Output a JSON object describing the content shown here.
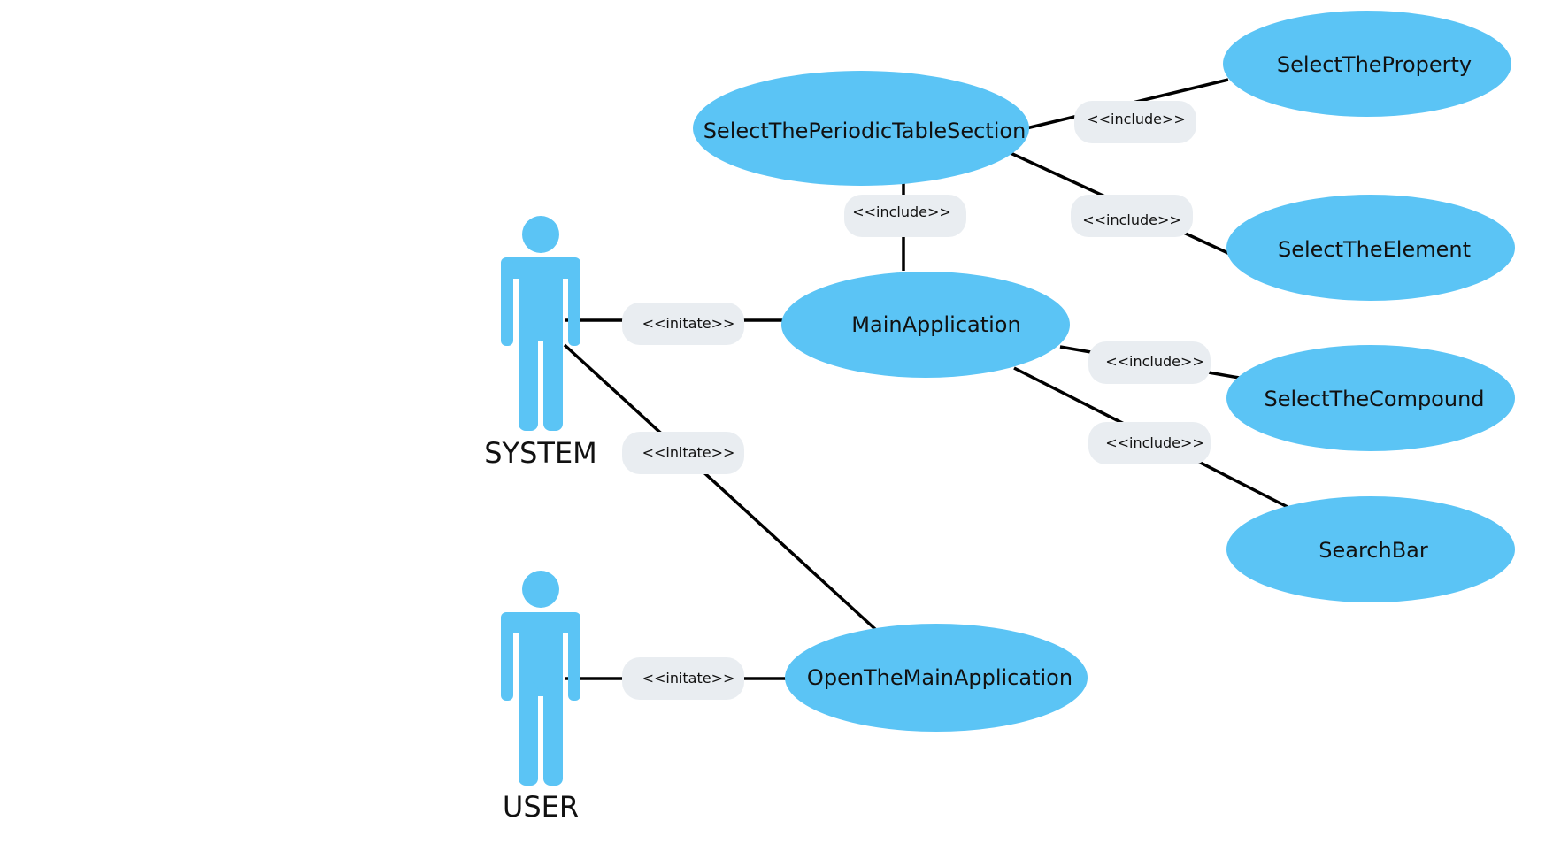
{
  "colors": {
    "usecase_fill": "#5bc4f5",
    "actor_fill": "#5bc4f5",
    "label_bg": "#e9edf1",
    "line": "#000000",
    "text": "#111111"
  },
  "actors": {
    "system": {
      "name": "SYSTEM"
    },
    "user": {
      "name": "USER"
    }
  },
  "use_cases": {
    "select_periodic_table_section": "SelectThePeriodicTableSection",
    "select_property": "SelectTheProperty",
    "select_element": "SelectTheElement",
    "main_application": "MainApplication",
    "select_compound": "SelectTheCompound",
    "search_bar": "SearchBar",
    "open_main_application": "OpenTheMainApplication"
  },
  "relations": {
    "system_to_main": "<<initate>>",
    "system_to_open": "<<initate>>",
    "user_to_open": "<<initate>>",
    "main_to_section": "<<include>>",
    "section_to_property": "<<include>>",
    "section_to_element": "<<include>>",
    "main_to_compound": "<<include>>",
    "main_to_searchbar": "<<include>>"
  }
}
